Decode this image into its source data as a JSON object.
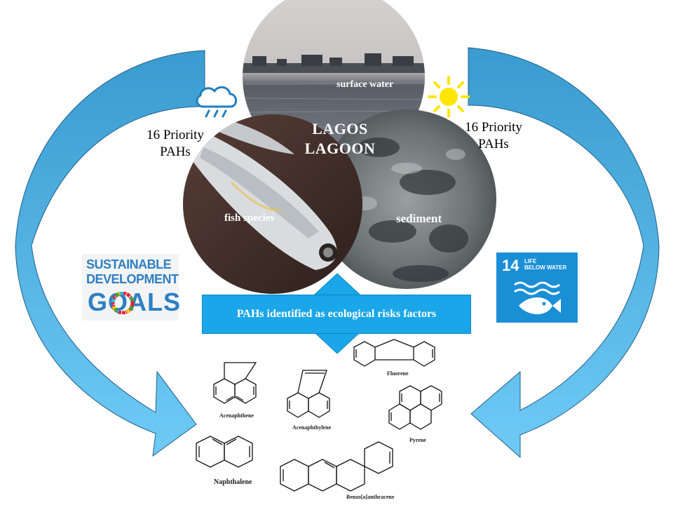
{
  "center_title": [
    "LAGOS",
    "LAGOON"
  ],
  "circles": {
    "top": "surface water",
    "left": "fish species",
    "right": "sediment"
  },
  "left_label": [
    "16 Priority",
    "PAHs"
  ],
  "right_label": [
    "16 Priority",
    "PAHs"
  ],
  "risk_box": "PAHs identified as ecological risks factors",
  "sdg_logo": [
    "SUSTAINABLE",
    "DEVELOPMENT",
    "GOALS"
  ],
  "sdg14": {
    "number": "14",
    "title": [
      "LIFE",
      "BELOW WATER"
    ]
  },
  "compounds": [
    "Acenaphthene",
    "Acenaphthylene",
    "Fluorene",
    "Pyrene",
    "Naphthalene",
    "Benzo[a]anthracene"
  ],
  "colors": {
    "arrow": "#5bbde8",
    "arrow_dark": "#2f8fc4",
    "box": "#1aa6e8",
    "sdg14": "#1a8fd6"
  },
  "icons": [
    "rain-cloud-icon",
    "sun-icon",
    "fish-icon",
    "waves-icon"
  ]
}
